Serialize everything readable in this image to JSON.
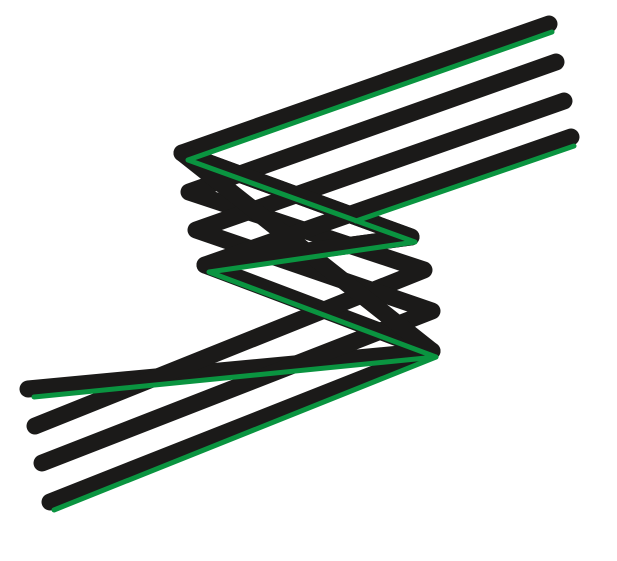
{
  "colors": {
    "background": "#ffffff",
    "line": "#1b1a19",
    "accent": "#0a9440"
  },
  "diagram": {
    "title": "",
    "wire_count": 4,
    "highlighted_wires": [
      "wire-1",
      "wire-4"
    ]
  }
}
